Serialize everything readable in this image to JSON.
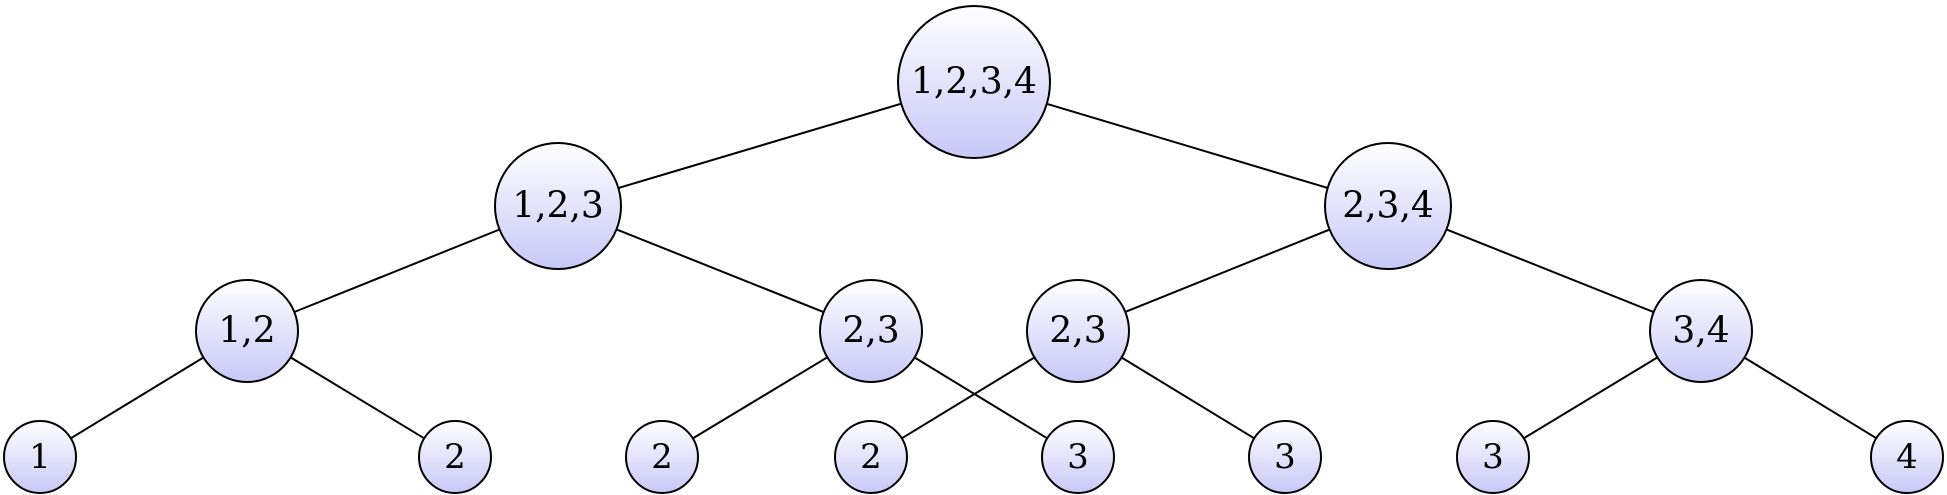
{
  "diagram": {
    "type": "binary-tree",
    "colors": {
      "node_fill_top": "#ffffff",
      "node_fill_bottom": "#c8c8f8",
      "stroke": "#000000",
      "background": "#ffffff"
    },
    "nodes": [
      {
        "id": "n1234",
        "label": "1,2,3,4"
      },
      {
        "id": "n123",
        "label": "1,2,3"
      },
      {
        "id": "n234",
        "label": "2,3,4"
      },
      {
        "id": "n12",
        "label": "1,2"
      },
      {
        "id": "n23a",
        "label": "2,3"
      },
      {
        "id": "n23b",
        "label": "2,3"
      },
      {
        "id": "n34",
        "label": "3,4"
      },
      {
        "id": "leaf1",
        "label": "1"
      },
      {
        "id": "leaf2a",
        "label": "2"
      },
      {
        "id": "leaf2b",
        "label": "2"
      },
      {
        "id": "leaf2c",
        "label": "2"
      },
      {
        "id": "leaf3a",
        "label": "3"
      },
      {
        "id": "leaf3b",
        "label": "3"
      },
      {
        "id": "leaf3c",
        "label": "3"
      },
      {
        "id": "leaf4",
        "label": "4"
      }
    ],
    "edges": [
      [
        "n1234",
        "n123"
      ],
      [
        "n1234",
        "n234"
      ],
      [
        "n123",
        "n12"
      ],
      [
        "n123",
        "n23a"
      ],
      [
        "n234",
        "n23b"
      ],
      [
        "n234",
        "n34"
      ],
      [
        "n12",
        "leaf1"
      ],
      [
        "n12",
        "leaf2a"
      ],
      [
        "n23a",
        "leaf2b"
      ],
      [
        "n23a",
        "leaf3a"
      ],
      [
        "n23b",
        "leaf2c"
      ],
      [
        "n23b",
        "leaf3b"
      ],
      [
        "n34",
        "leaf3c"
      ],
      [
        "n34",
        "leaf4"
      ]
    ]
  }
}
